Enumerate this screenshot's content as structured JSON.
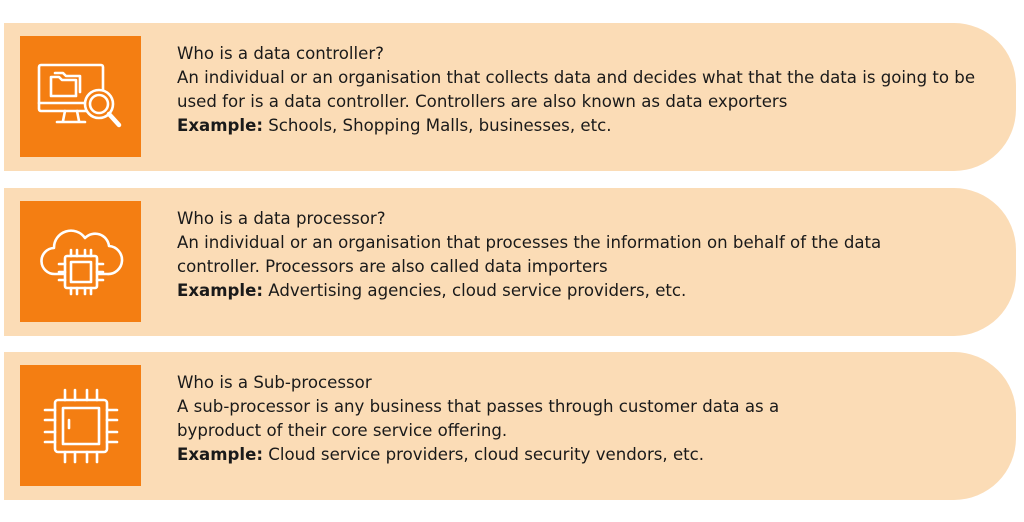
{
  "cards": [
    {
      "icon": "monitor-search-icon",
      "title": "Who is a data controller?",
      "description": "An individual or an organisation that collects data and decides what that the data is going to be used for is a data controller. Controllers are also known as data exporters",
      "example_label": "Example:",
      "example_text": " Schools, Shopping Malls, businesses, etc."
    },
    {
      "icon": "cloud-chip-icon",
      "title": "Who is a data processor?",
      "description": "An individual or an organisation that processes the information on behalf of the data controller. Processors are also called data importers",
      "example_label": "Example:",
      "example_text": " Advertising agencies, cloud service providers, etc."
    },
    {
      "icon": "chip-icon",
      "title": "Who is a Sub-processor",
      "description": "A sub-processor is any business that passes through customer data as a byproduct of their core service offering.",
      "example_label": "Example:",
      "example_text": " Cloud service providers, cloud security vendors, etc."
    }
  ],
  "colors": {
    "card_background": "#fbdcb6",
    "icon_background": "#f47e12",
    "icon_stroke": "#ffffff",
    "text": "#1a1a1a"
  }
}
